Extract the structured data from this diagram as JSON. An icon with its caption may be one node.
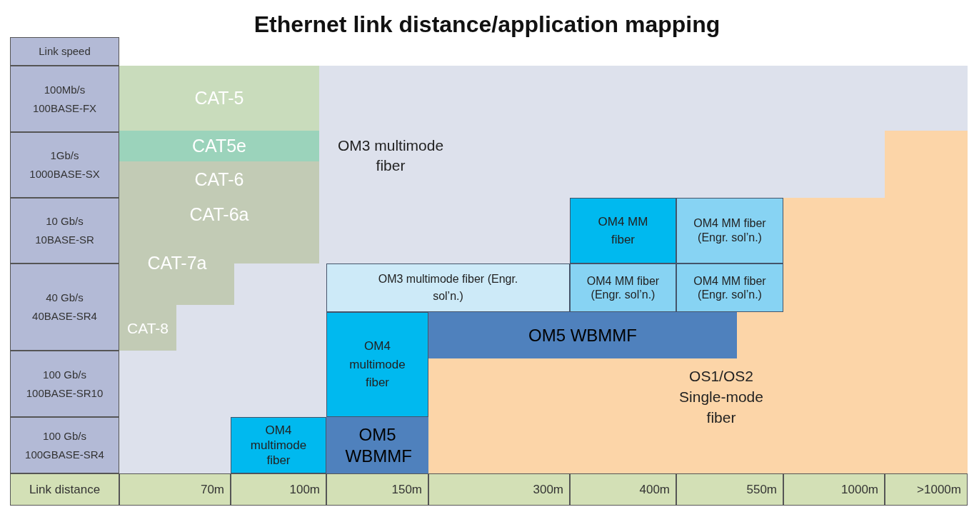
{
  "diagram": {
    "title": "Ethernet link distance/application mapping",
    "nodes": [
      {
        "text": [
          "OM3 multimode fiber"
        ]
      },
      {
        "text": [
          "CAT-5"
        ]
      },
      {
        "text": [
          "CAT5e"
        ]
      },
      {
        "text": [
          "CAT-6"
        ]
      },
      {
        "text": [
          "CAT-6a"
        ]
      },
      {
        "text": [
          "CAT-7a"
        ]
      },
      {
        "text": [
          "OM4 MM fiber"
        ]
      },
      {
        "text": [
          "OM4 MM fiber (Engr. sol’n.)"
        ]
      },
      {
        "text": [
          "OM3 multimode fiber (Engr. sol’n.)"
        ]
      },
      {
        "text": [
          "OM4 MM fiber (Engr. sol’n.)"
        ]
      },
      {
        "text": [
          "OM4 MM fiber (Engr. sol’n.)"
        ]
      },
      {
        "text": [
          "CAT-8"
        ]
      },
      {
        "text": [
          "OM4 multimode fiber"
        ]
      },
      {
        "text": [
          "OM5 WBMMF"
        ]
      },
      {
        "text": [
          "OS1/OS2 Single-mode fiber"
        ]
      },
      {
        "text": [
          "OM4 multimode fiber"
        ]
      },
      {
        "text": [
          "OM5 WBMMF"
        ]
      }
    ],
    "labels": [
      "Link speed",
      "100Mb/s 100BASE-FX",
      "1Gb/s 1000BASE-SX",
      "10 Gb/s 10BASE-SR",
      "40 Gb/s 40BASE-SR4",
      "100 Gb/s 100BASE-SR10",
      "100 Gb/s 100GBASE-SR4",
      "Link distance",
      "70m",
      "100m",
      "150m",
      "300m",
      "400m",
      "550m",
      "1000m",
      ">1000m"
    ]
  }
}
